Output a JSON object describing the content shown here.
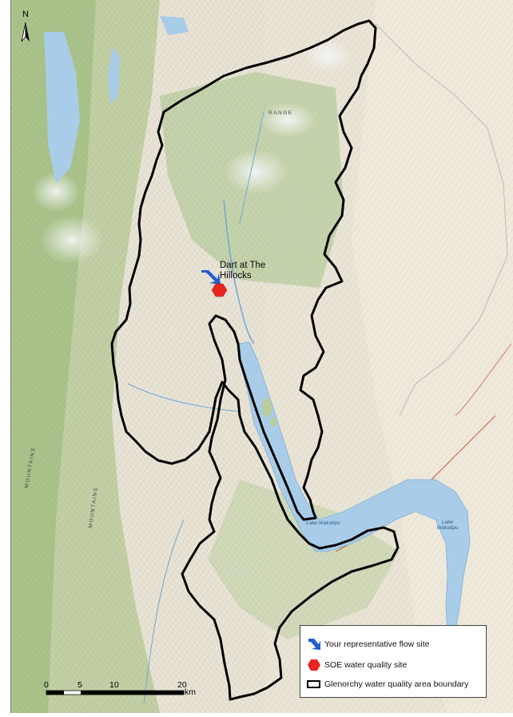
{
  "map": {
    "north_letter": "N",
    "site": {
      "label_line1": "Dart at The",
      "label_line2": "Hillocks"
    },
    "lake_labels": [
      {
        "name": "Lake Wakatipu"
      },
      {
        "name": "Lake Wakatipu"
      }
    ],
    "range_labels": [
      {
        "name": "RANGE"
      },
      {
        "name": "MOUNTAINS"
      },
      {
        "name": "MOUNTAINS"
      }
    ],
    "colors": {
      "boundary": "#000000",
      "lake": "#a9cde8",
      "flow_arrow": "#1f5fd1",
      "soe_marker": "#e8241e",
      "terrain_green": "#a9c58b",
      "terrain_light": "#ece7dc"
    }
  },
  "legend": {
    "items": [
      {
        "icon": "blue-arrow-icon",
        "label": "Your representative flow site"
      },
      {
        "icon": "red-hexagon-icon",
        "label": "SOE water quality site"
      },
      {
        "icon": "black-outline-rectangle-icon",
        "label": "Glenorchy water quality area boundary"
      }
    ]
  },
  "scale": {
    "ticks": [
      "0",
      "5",
      "10",
      "20"
    ],
    "unit": "km"
  }
}
